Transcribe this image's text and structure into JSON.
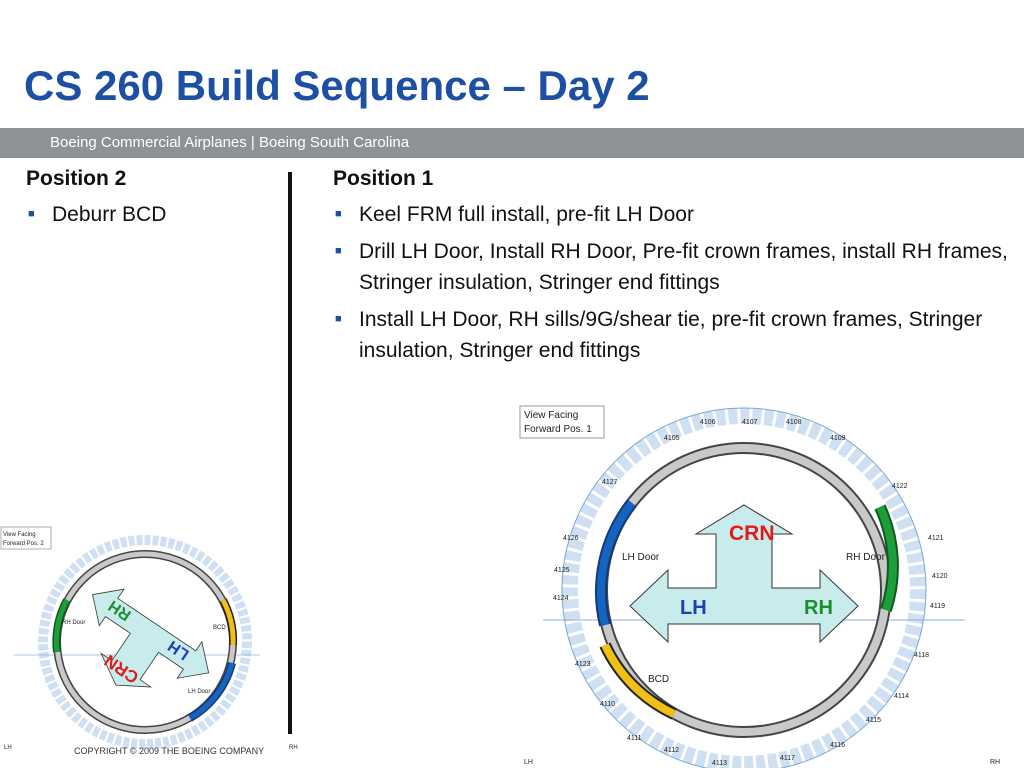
{
  "header": {
    "title": "CS 260 Build Sequence – Day 2",
    "banner": "Boeing Commercial Airplanes | Boeing South Carolina"
  },
  "left_column": {
    "heading": "Position 2",
    "bullets": [
      "Deburr BCD"
    ]
  },
  "right_column": {
    "heading": "Position 1",
    "bullets": [
      "Keel FRM full install, pre-fit LH Door",
      "Drill LH Door, Install RH Door, Pre-fit crown frames, install RH frames, Stringer insulation, Stringer end fittings",
      "Install LH Door, RH sills/9G/shear tie, pre-fit crown frames, Stringer insulation, Stringer end fittings"
    ]
  },
  "diagram_pos1": {
    "view_label_line1": "View Facing",
    "view_label_line2": "Forward Pos. 1",
    "crn": "CRN",
    "lh": "LH",
    "rh": "RH",
    "lh_door": "LH Door",
    "rh_door": "RH Door",
    "bcd": "BCD",
    "side_left": "LH",
    "side_right": "RH",
    "stations": [
      "4106",
      "4107",
      "4108",
      "4105",
      "4109",
      "4127",
      "4122",
      "4126",
      "4121",
      "4125",
      "4120",
      "4124",
      "4119",
      "4123",
      "4118",
      "4110",
      "4114",
      "4111",
      "4115",
      "4112",
      "4116",
      "4113",
      "4117"
    ]
  },
  "diagram_pos2": {
    "view_label_line1": "View Facing",
    "view_label_line2": "Forward Pos. 2",
    "crn": "CRN",
    "lh": "LH",
    "rh": "RH",
    "lh_door": "LH Door",
    "rh_door": "RH Door",
    "bcd": "BCD",
    "side_left": "LH",
    "side_right": "RH"
  },
  "footer": {
    "copyright": "COPYRIGHT © 2009 THE BOEING COMPANY"
  },
  "colors": {
    "title": "#1d4fa3",
    "banner": "#8f9294",
    "lh_door": "#1565c0",
    "rh_door": "#1e9e3a",
    "bcd": "#f2c014",
    "arrow_fill": "#c8ecec",
    "crn": "#e01b1b",
    "lh_label": "#1d3fb5",
    "rh_label": "#1b8f2c"
  }
}
